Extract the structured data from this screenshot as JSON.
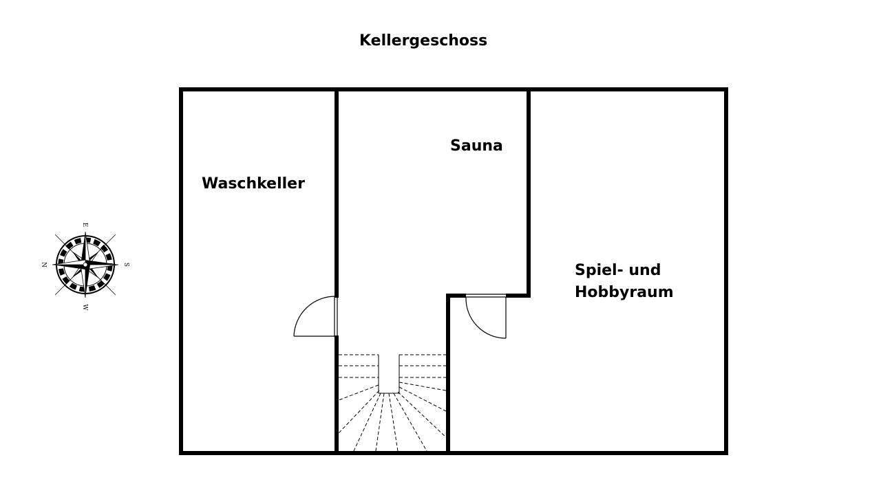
{
  "title": "Kellergeschoss",
  "rooms": {
    "waschkeller": "Waschkeller",
    "sauna": "Sauna",
    "hobby_line1": "Spiel- und",
    "hobby_line2": "Hobbyraum"
  },
  "compass": {
    "n": "N",
    "e": "E",
    "s": "S",
    "w": "W"
  },
  "colors": {
    "wall": "#000000",
    "background": "#ffffff"
  }
}
